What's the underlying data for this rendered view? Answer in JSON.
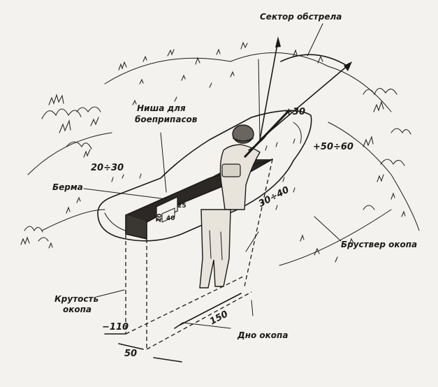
{
  "labels": {
    "sector": "Сектор обстрела",
    "niche_line1": "Ниша для",
    "niche_line2": "боеприпасов",
    "berm": "Берма",
    "parapet": "Бруствер окопа",
    "slope_line1": "Крутость",
    "slope_line2": "окопа",
    "bottom": "Дно окопа"
  },
  "dimensions": {
    "berm_width": "20÷30",
    "parapet_front": "+30",
    "parapet_width": "+50÷60",
    "rear_width": "30÷40",
    "depth": "−110",
    "length": "150",
    "bottom_width": "50",
    "niche_h": "25",
    "niche_w": "40",
    "niche_d": "20"
  },
  "colors": {
    "ink": "#1c1a18",
    "paper": "#f4f2ee",
    "pit": "#2b2825"
  }
}
